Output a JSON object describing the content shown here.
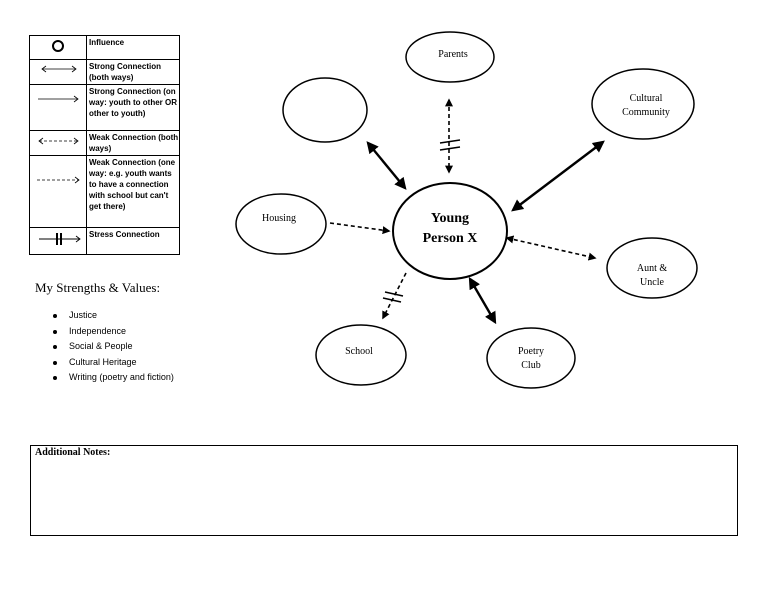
{
  "legend": {
    "rows": [
      {
        "symbol": "circle-icon",
        "text": "Influence"
      },
      {
        "symbol": "double-arrow-icon",
        "text": "Strong Connection (both ways)"
      },
      {
        "symbol": "single-arrow-icon",
        "text": "Strong Connection (on way: youth to other OR other to youth)"
      },
      {
        "symbol": "dashed-double-arrow-icon",
        "text": "Weak Connection (both ways)"
      },
      {
        "symbol": "dashed-single-arrow-icon",
        "text": "Weak Connection (one way: e.g. youth wants to have a connection with school but can't get there)"
      },
      {
        "symbol": "stress-arrow-icon",
        "text": "Stress Connection"
      }
    ]
  },
  "strengths": {
    "title": "My Strengths & Values:",
    "items": [
      "Justice",
      "Independence",
      "Social & People",
      "Cultural Heritage",
      "Writing (poetry and fiction)"
    ]
  },
  "diagram": {
    "center": {
      "line1": "Young",
      "line2": "Person X"
    },
    "parents": "Parents",
    "cultural": {
      "line1": "Cultural",
      "line2": "Community"
    },
    "housing": "Housing",
    "aunt": {
      "line1": "Aunt &",
      "line2": "Uncle"
    },
    "school": "School",
    "poetry": {
      "line1": "Poetry",
      "line2": "Club"
    },
    "empty": ""
  },
  "notes": {
    "label": "Additional Notes:",
    "content": ""
  }
}
